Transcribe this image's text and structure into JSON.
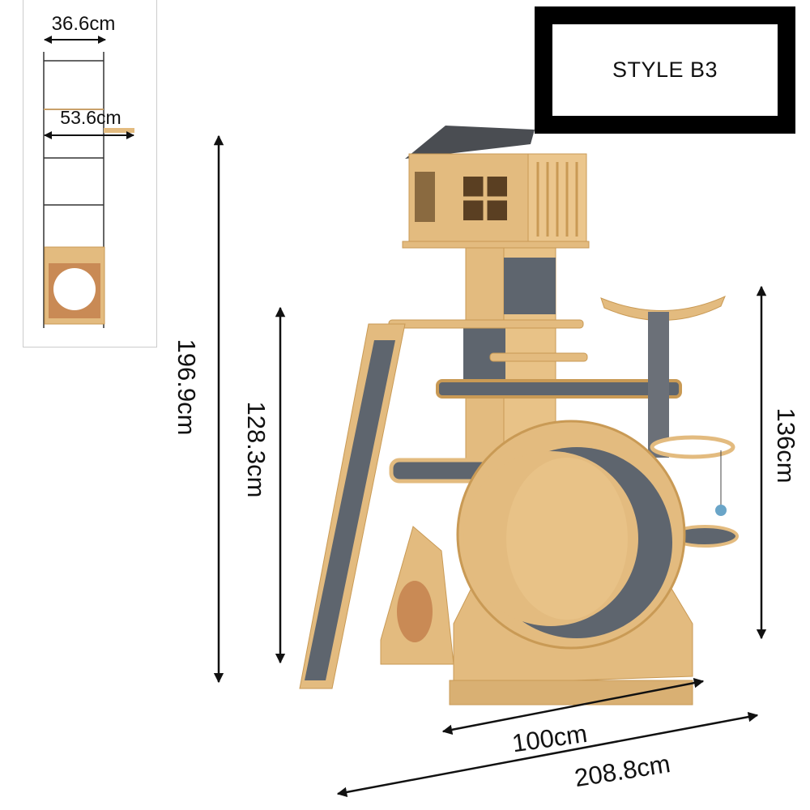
{
  "style_label": "STYLE B3",
  "inset": {
    "width_top": "36.6cm",
    "width_platform": "53.6cm"
  },
  "dimensions": {
    "total_height": "196.9cm",
    "ramp_height": "128.3cm",
    "side_tower_height": "136cm",
    "wheel_base_width": "100cm",
    "total_width": "208.8cm"
  },
  "colors": {
    "wood": "#e3bb7f",
    "wood_dark": "#c99a55",
    "carpet": "#5e656e",
    "roof": "#4a4d52"
  }
}
